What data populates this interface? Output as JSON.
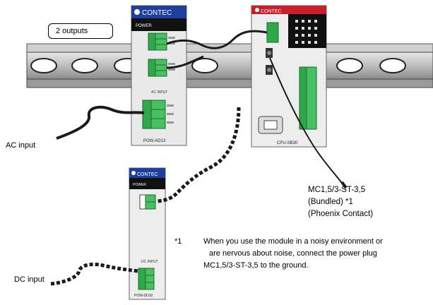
{
  "callout": {
    "text": "2 outputs"
  },
  "modules": {
    "power_main": {
      "brand": "CONTEC",
      "model": "POW-AD13"
    },
    "controller": {
      "brand": "CONTEC",
      "model": "CPU-SB30"
    },
    "power_dc": {
      "brand": "CONTEC",
      "model": "POW-DD10"
    }
  },
  "labels": {
    "ac_input": "AC input",
    "dc_input": "DC input",
    "connector_line1": "MC1,5/3-ST-3,5",
    "connector_line2": "(Bundled) *1",
    "connector_line3": "(Phoenix Contact)"
  },
  "footnote": {
    "marker": "*1",
    "line1": "When you use the module in a noisy environment or",
    "line2": "are nervous about noise, connect the power plug",
    "line3": "MC1,5/3-ST-3,5 to the ground."
  },
  "colors": {
    "connector_green": "#2ea84a",
    "module_blue": "#1f3f9f",
    "controller_red": "#c8202a",
    "rail_gray": "#b8b8b8"
  }
}
